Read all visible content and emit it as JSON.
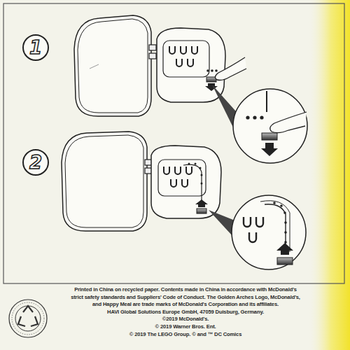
{
  "diagram": {
    "nodes": [
      {
        "text": [
          "1"
        ]
      },
      {
        "text": [
          "2"
        ]
      }
    ],
    "labels": [
      "Printed in China on recycled paper. Contents made in China in accordance with McDonald's",
      "strict safety standards and Suppliers' Code of Conduct. The Golden Arches Logo, McDonald's,",
      "and Happy Meal are trade marks of McDonald's Corporation and its affiliates.",
      "HAVI Global Solutions Europe GmbH, 47059 Duisburg, Germany.",
      "©2019 McDonald's.",
      "© 2019 Warner Bros. Ent.",
      "© 2019 The LEGO Group. © and ™ DC Comics"
    ]
  }
}
